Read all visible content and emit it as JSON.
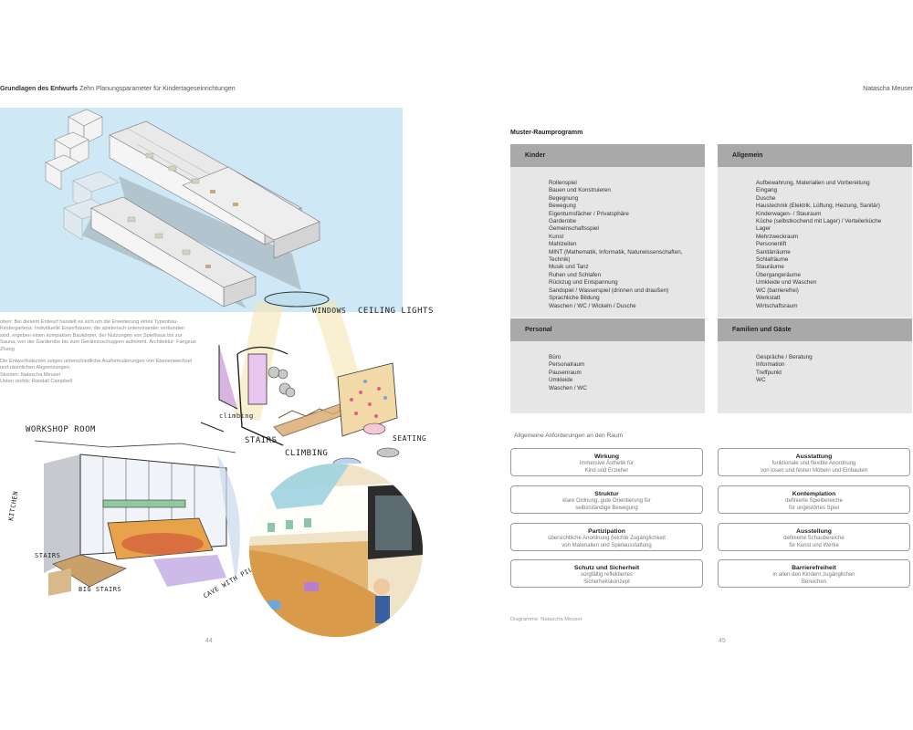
{
  "header": {
    "left_bold": "Grundlagen des Entwurfs",
    "left_rest": "Zehn Planungsparameter für Kindertageseinrichtungen",
    "right": "Natascha Meuser"
  },
  "left_page": {
    "caption_1": "oben: Bei diesem Entwurf handelt es sich um die Erweiterung eines Typenbau-Kindergartens. Individuelle Einzelhäuser, die spielerisch untereinander verbunden sind, ergeben einen kompakten Baukörper, der Nutzungen von Spielhaus bis zur Sauna, von der Garderobe bis zum Gerätezuschuppen aufnimmt. Architektur: Fangxue Zhang",
    "caption_2": "Die Entwurfsskizzen zeigen unterschiedliche Ausformulierungen von Ebenenwechsel und räumlichen Abgrenzungen.",
    "caption_3": "Skizzen: Natascha Meuser",
    "caption_4": "Unten rechts: Randall Campbell",
    "sketch_labels": {
      "workshop": "WORKSHOP ROOM",
      "kitchen": "KITCHEN",
      "stairs_left": "STAIRS",
      "big_stairs": "BIG STAIRS",
      "cave": "CAVE WITH PILLOWS",
      "windows": "WINDOWS",
      "ceiling": "CEILING LIGHTS",
      "climbing_small": "climbing",
      "stairs_right": "STAIRS",
      "climbing": "CLIMBING",
      "seating": "SEATING"
    },
    "page_number": "44"
  },
  "right_page": {
    "title": "Muster-Raumprogramm",
    "panels": {
      "kinder": {
        "heading": "Kinder",
        "items": [
          "Rollenspiel",
          "Bauen und Konstruieren",
          "Begegnung",
          "Bewegung",
          "Eigentumsfächer / Privatsphäre",
          "Garderobe",
          "Gemeinschaftsspiel",
          "Kunst",
          "Mahlzeiten",
          "MINT (Mathematik, Informatik, Naturwissenschaften,",
          "Technik)",
          "Musik und Tanz",
          "Ruhen und Schlafen",
          "Rückzug und Entspannung",
          "Sandspiel / Wasserspiel (drinnen und draußen)",
          "Sprachliche Bildung",
          "Waschen / WC / Wickeln / Dusche"
        ]
      },
      "allgemein": {
        "heading": "Allgemein",
        "items": [
          "Aufbewahrung, Materialien und Vorbereitung",
          "Eingang",
          "Dusche",
          "Haustechnik (Elektrik, Lüftung, Heizung, Sanitär)",
          "Kinderwagen- / Stauraum",
          "Küche (selbstkochend mit Lager) / Verteilerküche",
          "Lager",
          "Mehrzweckraum",
          "Personenlift",
          "Sanitärräume",
          "Schlafräume",
          "Stauräume",
          "Übergangeräume",
          "Umkleide und Waschen",
          "WC (barrierefrei)",
          "Werkstatt",
          "Wirtschaftsraum"
        ]
      },
      "personal": {
        "heading": "Personal",
        "items": [
          "Büro",
          "Personalraum",
          "Pausenraum",
          "Umkleide",
          "Waschen / WC"
        ]
      },
      "familien": {
        "heading": "Familien und Gäste",
        "items": [
          "Gespräche / Beratung",
          "Information",
          "Treffpunkt",
          "WC"
        ]
      }
    },
    "requirements_title": "Allgemeine Anforderungen an den Raum",
    "requirements": [
      {
        "title": "Wirkung",
        "desc1": "immersive Ästhetik für",
        "desc2": "Kind und Erzieher"
      },
      {
        "title": "Ausstattung",
        "desc1": "funktionale und flexible Anordnung",
        "desc2": "von losen und festen Möbeln und Einbauten"
      },
      {
        "title": "Struktur",
        "desc1": "klare Ordnung, gute Orientierung für",
        "desc2": "selbstständige Bewegung"
      },
      {
        "title": "Kontemplation",
        "desc1": "definierte Spielbereiche",
        "desc2": "für ungestörtes Spiel"
      },
      {
        "title": "Partizipation",
        "desc1": "übersichtliche Anordnung (leichte Zugänglichkeit",
        "desc2": "von Materialien und Spielausstattung"
      },
      {
        "title": "Ausstellung",
        "desc1": "definierte Schaubereiche",
        "desc2": "für Kunst und Werke"
      },
      {
        "title": "Schutz und Sicherheit",
        "desc1": "sorgfältig reflektiertes",
        "desc2": "Sicherheitskonzept"
      },
      {
        "title": "Barrierefreiheit",
        "desc1": "in allen den Kindern zugänglichen",
        "desc2": "Bereichen"
      }
    ],
    "credit": "Diagramme: Natascha Meuser",
    "page_number": "45"
  }
}
